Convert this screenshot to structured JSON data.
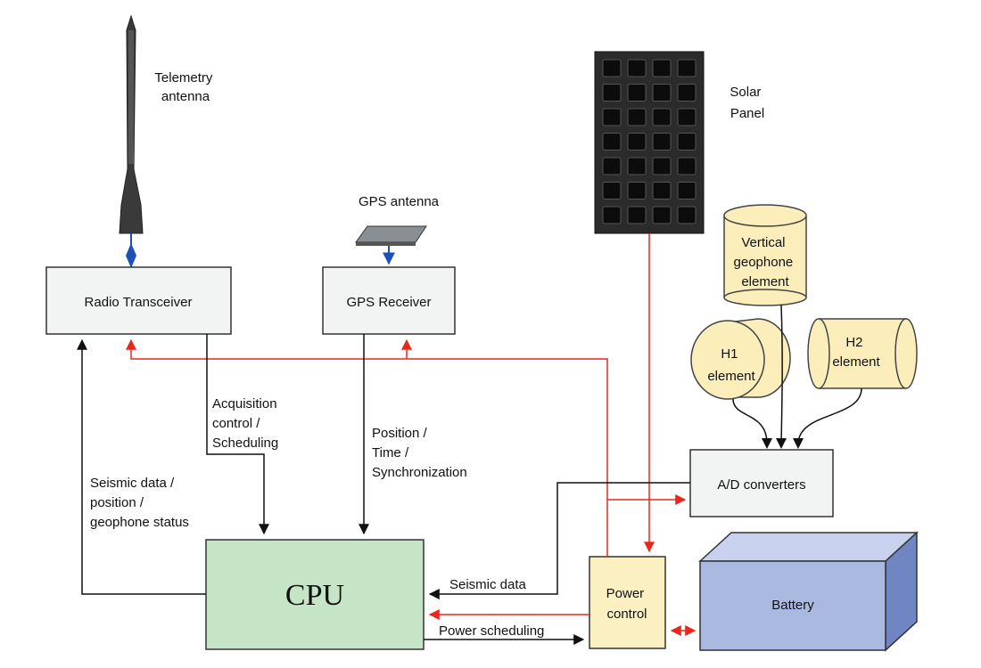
{
  "labels": {
    "telemetry_antenna": [
      "Telemetry",
      "antenna"
    ],
    "gps_antenna": "GPS antenna",
    "solar_panel": [
      "Solar",
      "Panel"
    ],
    "vertical_geophone": [
      "Vertical",
      "geophone",
      "element"
    ],
    "h1_element": [
      "H1",
      "element"
    ],
    "h2_element": [
      "H2",
      "element"
    ],
    "radio_transceiver": "Radio Transceiver",
    "gps_receiver": "GPS Receiver",
    "ad_converters": "A/D converters",
    "cpu": "CPU",
    "power_control": [
      "Power",
      "control"
    ],
    "battery": "Battery",
    "acquisition_control": [
      "Acquisition",
      "control /",
      "Scheduling"
    ],
    "position_time_sync": [
      "Position /",
      "Time /",
      "Synchronization"
    ],
    "seismic_data_position": [
      "Seismic data /",
      "position /",
      "geophone status"
    ],
    "seismic_data": "Seismic data",
    "power_scheduling": "Power scheduling"
  },
  "colors": {
    "box_gray": "#f2f4f4",
    "cpu_green": "#c6e5c6",
    "power_yellow": "#fbf0c2",
    "geophone_yellow": "#fbeebb",
    "battery_blue": "#aab9df",
    "data_line": "#111111",
    "power_line": "#e8281d",
    "antenna_link": "#1f4fb8",
    "panel_dark": "#2b2b2b"
  }
}
